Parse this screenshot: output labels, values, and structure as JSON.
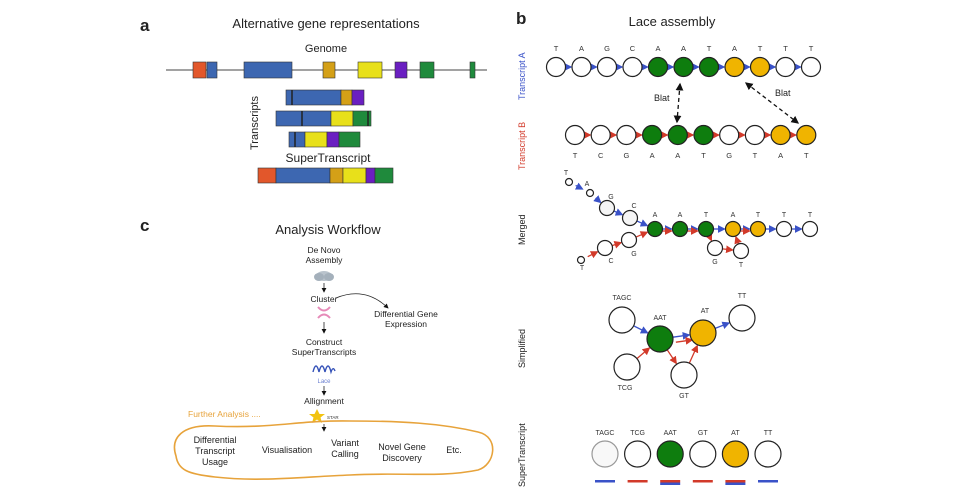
{
  "panels": {
    "a": {
      "letter": "a",
      "title": "Alternative gene representations",
      "genome_label": "Genome",
      "transcripts_label": "Transcripts",
      "supertranscript_label": "SuperTranscript"
    },
    "b": {
      "letter": "b",
      "title": "Lace assembly",
      "row_labels": {
        "transcript_a": "Transcript A",
        "transcript_b": "Transcript B",
        "merged": "Merged",
        "simplified": "Simplified",
        "supertranscript": "SuperTranscript"
      },
      "transcript_a_seq": [
        "T",
        "A",
        "G",
        "C",
        "A",
        "A",
        "T",
        "A",
        "T",
        "T",
        "T"
      ],
      "transcript_b_seq": [
        "T",
        "C",
        "G",
        "A",
        "A",
        "T",
        "G",
        "T",
        "A",
        "T"
      ],
      "blat_label": "Blat",
      "merged_seq": [
        "T",
        "A",
        "G",
        "C",
        "A",
        "A",
        "T",
        "A",
        "T",
        "T",
        "T",
        "T",
        "C",
        "G",
        "G",
        "T"
      ],
      "simplified_nodes": [
        "TAGC",
        "AAT",
        "AT",
        "TT",
        "TCG",
        "GT"
      ],
      "supertranscript_nodes": [
        "TAGC",
        "TCG",
        "AAT",
        "GT",
        "AT",
        "TT"
      ]
    },
    "c": {
      "letter": "c",
      "title": "Analysis Workflow",
      "steps": [
        "De Novo\nAssembly",
        "Cluster",
        "Construct\nSuperTranscripts",
        "Allignment"
      ],
      "tool_labels": {
        "lace": "Lace",
        "star": "STAR"
      },
      "side_output": "Differential Gene\nExpression",
      "further_label": "Further Analysis ....",
      "further_items": [
        "Differential\nTranscript\nUsage",
        "Visualisation",
        "Variant\nCalling",
        "Novel Gene\nDiscovery",
        "Etc."
      ]
    }
  },
  "colors": {
    "orange_red": "#e2572b",
    "blue": "#3d67b1",
    "gold": "#d4a017",
    "yellow": "#e8e01a",
    "purple": "#6a1fc1",
    "green": "#1f8a3c",
    "node_green": "#0e7d0e",
    "node_yellow": "#f0b400",
    "arrow_blue": "#3a52c8",
    "arrow_red": "#d23a2a",
    "orange_outline": "#e7a33b"
  }
}
